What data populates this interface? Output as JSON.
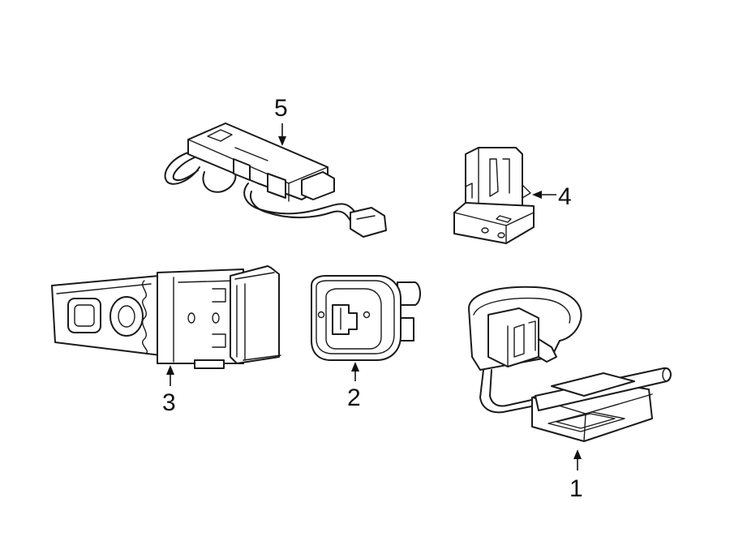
{
  "callouts": [
    {
      "id": "1",
      "label": "1"
    },
    {
      "id": "2",
      "label": "2"
    },
    {
      "id": "3",
      "label": "3"
    },
    {
      "id": "4",
      "label": "4"
    },
    {
      "id": "5",
      "label": "5"
    }
  ],
  "colors": {
    "line": "#1a1a1a",
    "background": "#ffffff"
  }
}
